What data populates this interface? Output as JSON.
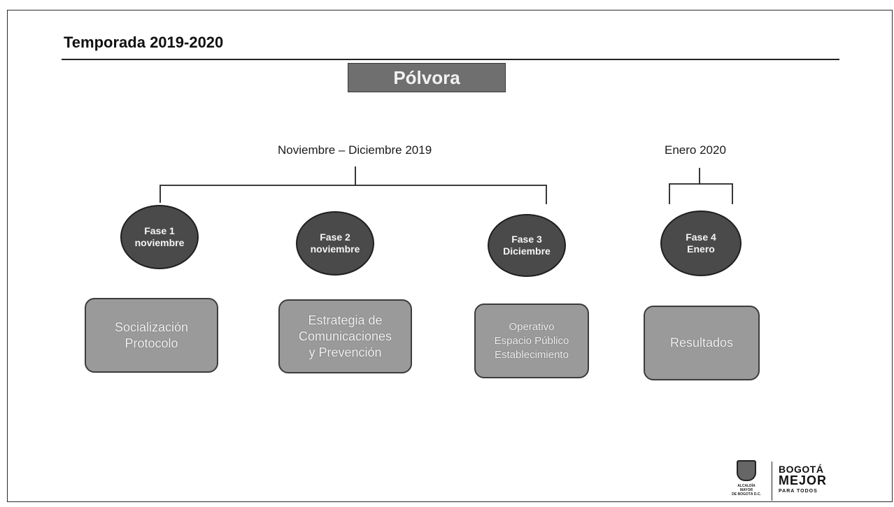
{
  "header": {
    "title": "Temporada 2019-2020",
    "banner": "Pólvora"
  },
  "periods": [
    {
      "label": "Noviembre – Diciembre 2019"
    },
    {
      "label": "Enero 2020"
    }
  ],
  "phases": [
    {
      "line1": "Fase 1",
      "line2": "noviembre"
    },
    {
      "line1": "Fase 2",
      "line2": "noviembre"
    },
    {
      "line1": "Fase 3",
      "line2": "Diciembre"
    },
    {
      "line1": "Fase 4",
      "line2": "Enero"
    }
  ],
  "activities": [
    {
      "lines": [
        "Socialización",
        "Protocolo"
      ]
    },
    {
      "lines": [
        "Estrategia de",
        "Comunicaciones",
        "y Prevención"
      ]
    },
    {
      "lines": [
        "Operativo",
        "Espacio Público",
        "Establecimiento"
      ]
    },
    {
      "lines": [
        "Resultados"
      ]
    }
  ],
  "footer": {
    "crest_text": [
      "ALCALDÍA MAYOR",
      "DE BOGOTÁ D.C."
    ],
    "brand_line1": "BOGOTÁ",
    "brand_line2": "MEJOR",
    "brand_line3": "PARA TODOS"
  }
}
